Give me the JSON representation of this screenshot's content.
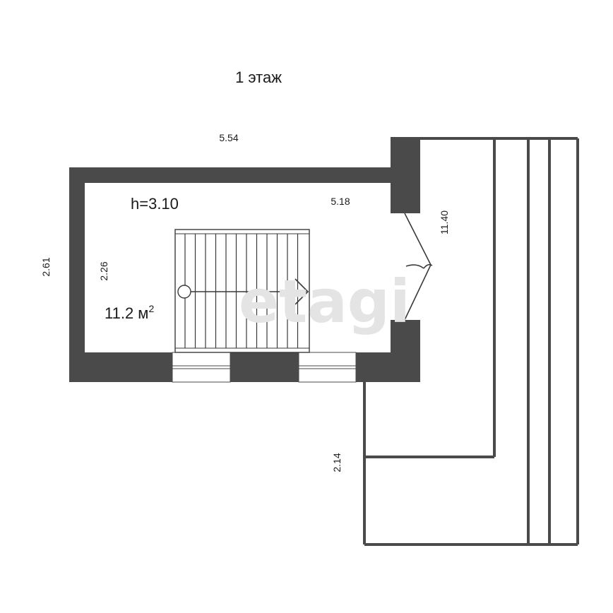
{
  "floor": {
    "title": "1 этаж"
  },
  "room": {
    "height": "h=3.10",
    "area_value": "11.2 м",
    "area_sup": "2"
  },
  "dimensions": {
    "outer_width": "5.54",
    "inner_width": "5.18",
    "outer_depth": "2.61",
    "inner_depth": "2.26",
    "stair_length": "11.40",
    "stair_landing": "2.14"
  },
  "watermark": {
    "text": "etagi"
  },
  "colors": {
    "wall": "#4a4a4a",
    "line": "#3a3a3a",
    "background": "#ffffff"
  }
}
